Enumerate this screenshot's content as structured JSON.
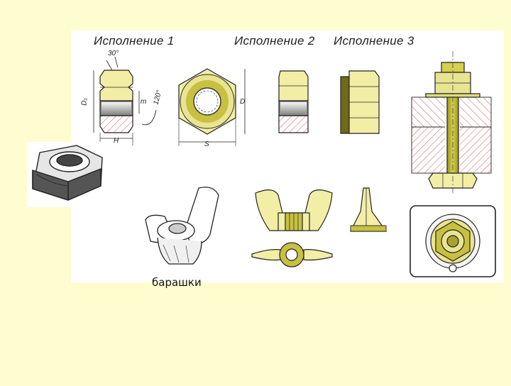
{
  "headings": {
    "variant_1": "Исполнение 1",
    "variant_2": "Исполнение 2",
    "variant_3": "Исполнение 3"
  },
  "dimensions": {
    "angle_30": "30°",
    "angle_120": "120°",
    "d1": "D₁",
    "m": "m",
    "h": "H",
    "s": "S",
    "d": "D"
  },
  "caption": "барашки",
  "colors": {
    "page_background": "#fdfdd0",
    "drawing_background": "#ffffff",
    "part_fill": "#f2eea6",
    "olive": "#c8c040",
    "hatch": "#d65a5a",
    "outline": "#222222"
  }
}
